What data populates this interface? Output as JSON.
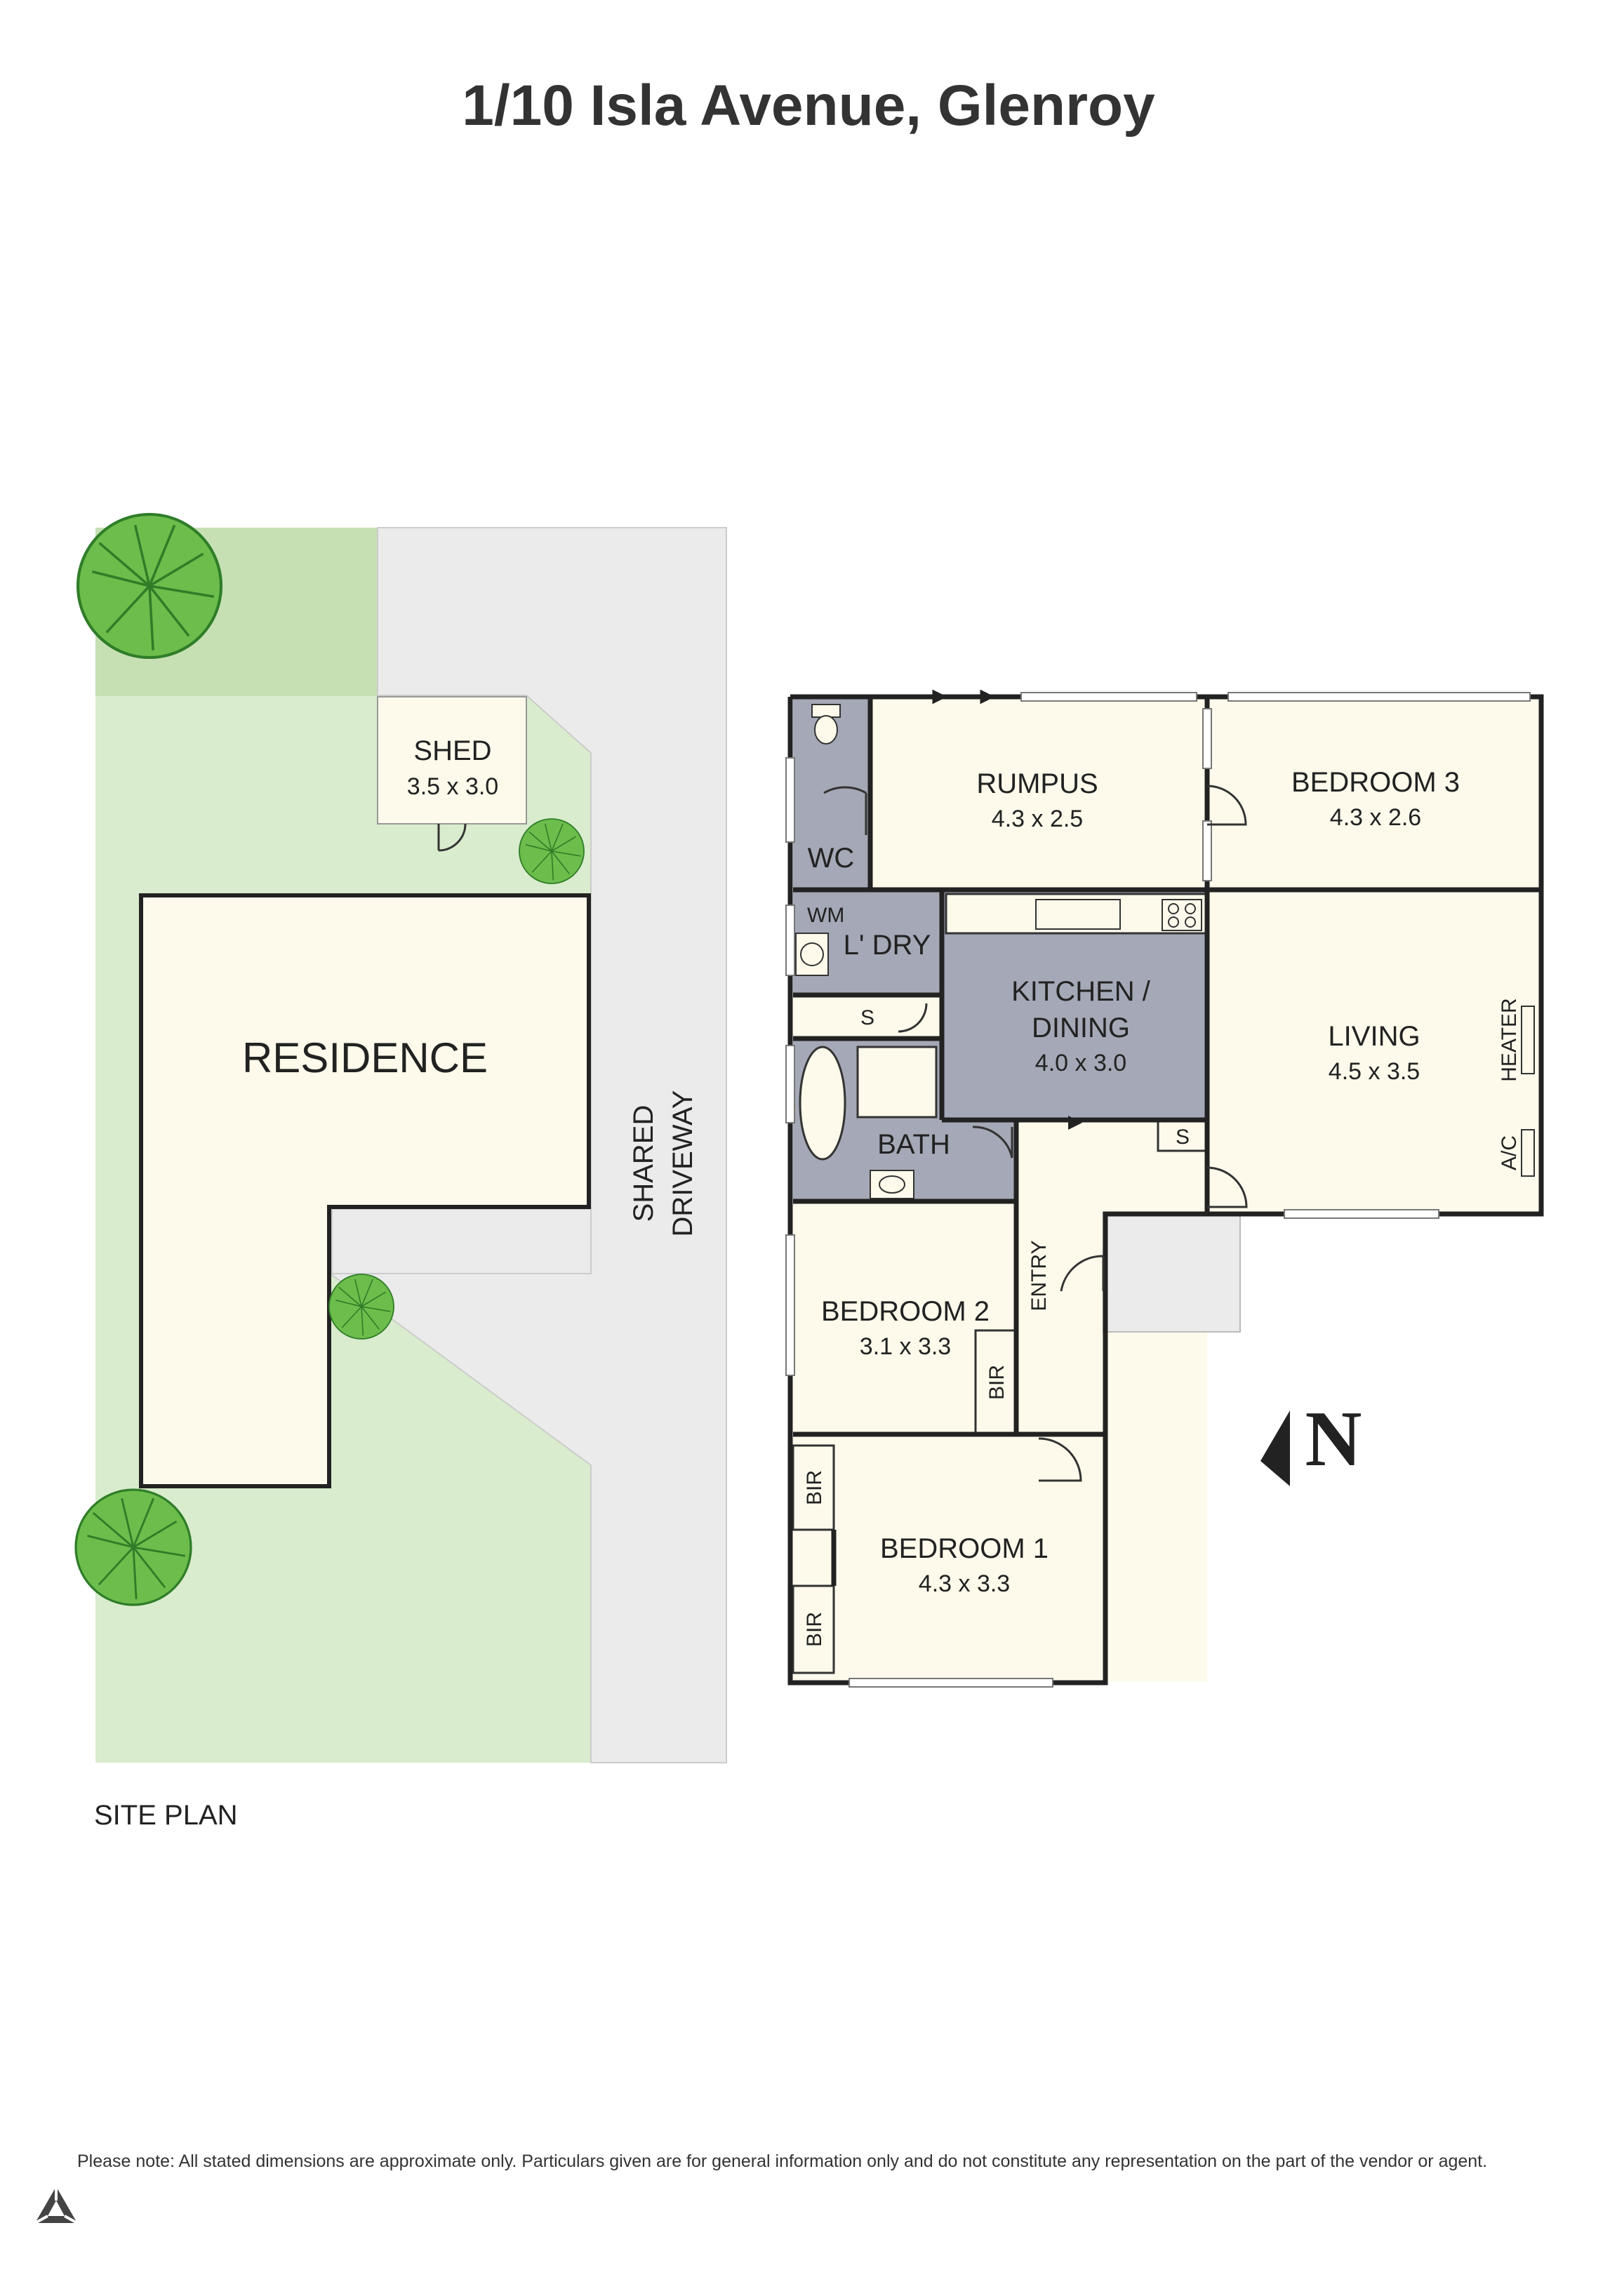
{
  "title": "1/10 Isla Avenue, Glenroy",
  "site_plan": {
    "caption": "SITE PLAN",
    "residence_label": "RESIDENCE",
    "shed_label": "SHED",
    "shed_dims": "3.5 x 3.0",
    "driveway_line1": "SHARED",
    "driveway_line2": "DRIVEWAY"
  },
  "floor_plan": {
    "rumpus": {
      "label": "RUMPUS",
      "dims": "4.3 x 2.5"
    },
    "bedroom3": {
      "label": "BEDROOM 3",
      "dims": "4.3 x 2.6"
    },
    "wc": {
      "label": "WC"
    },
    "wm": {
      "label": "WM"
    },
    "laundry": {
      "label": "L' DRY"
    },
    "kitchen": {
      "label_line1": "KITCHEN /",
      "label_line2": "DINING",
      "dims": "4.0 x 3.0"
    },
    "living": {
      "label": "LIVING",
      "dims": "4.5 x 3.5"
    },
    "heater": {
      "label": "HEATER"
    },
    "ac": {
      "label": "A/C"
    },
    "store1": {
      "label": "S"
    },
    "store2": {
      "label": "S"
    },
    "bath": {
      "label": "BATH"
    },
    "bedroom2": {
      "label": "BEDROOM 2",
      "dims": "3.1 x 3.3"
    },
    "entry": {
      "label": "ENTRY"
    },
    "bir_bed2": {
      "label": "BIR"
    },
    "bir_bed1_top": {
      "label": "BIR"
    },
    "bir_bed1_bottom": {
      "label": "BIR"
    },
    "bedroom1": {
      "label": "BEDROOM 1",
      "dims": "4.3 x 3.3"
    }
  },
  "compass": {
    "label": "N",
    "icon": "north-arrow-icon"
  },
  "footer": {
    "disclaimer": "Please note: All stated dimensions are approximate only. Particulars given are for general information only and do not constitute any representation on the part of the vendor or agent.",
    "logo_icon": "triangle-logo-icon"
  },
  "colors": {
    "lawn": "#d9eccd",
    "lawn_dark": "#c6e0b4",
    "driveway": "#ebebeb",
    "room_fill": "#fdfaeb",
    "wet_area": "#a5a8b6",
    "wall": "#222222",
    "tree": "#6dbd4c",
    "tree_outline": "#2f7d28"
  }
}
